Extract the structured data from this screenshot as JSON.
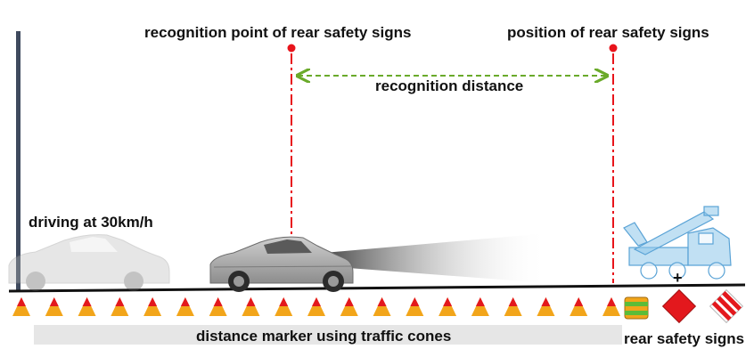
{
  "labels": {
    "recognition_point": "recognition point of rear safety signs",
    "sign_position": "position of rear safety signs",
    "recognition_distance": "recognition distance",
    "driving_speed": "driving at 30km/h",
    "cone_marker": "distance marker using traffic cones",
    "rear_safety_signs": "rear safety signs",
    "plus": "+"
  },
  "colors": {
    "marker_red": "#e8141b",
    "distance_green": "#6aaa2a",
    "cone_orange": "#f2a51a",
    "cone_red": "#e3181d",
    "truck_blue": "#8ec6ea",
    "pole": "#3f4a5e",
    "ground": "#111111"
  },
  "cone_count": 19
}
